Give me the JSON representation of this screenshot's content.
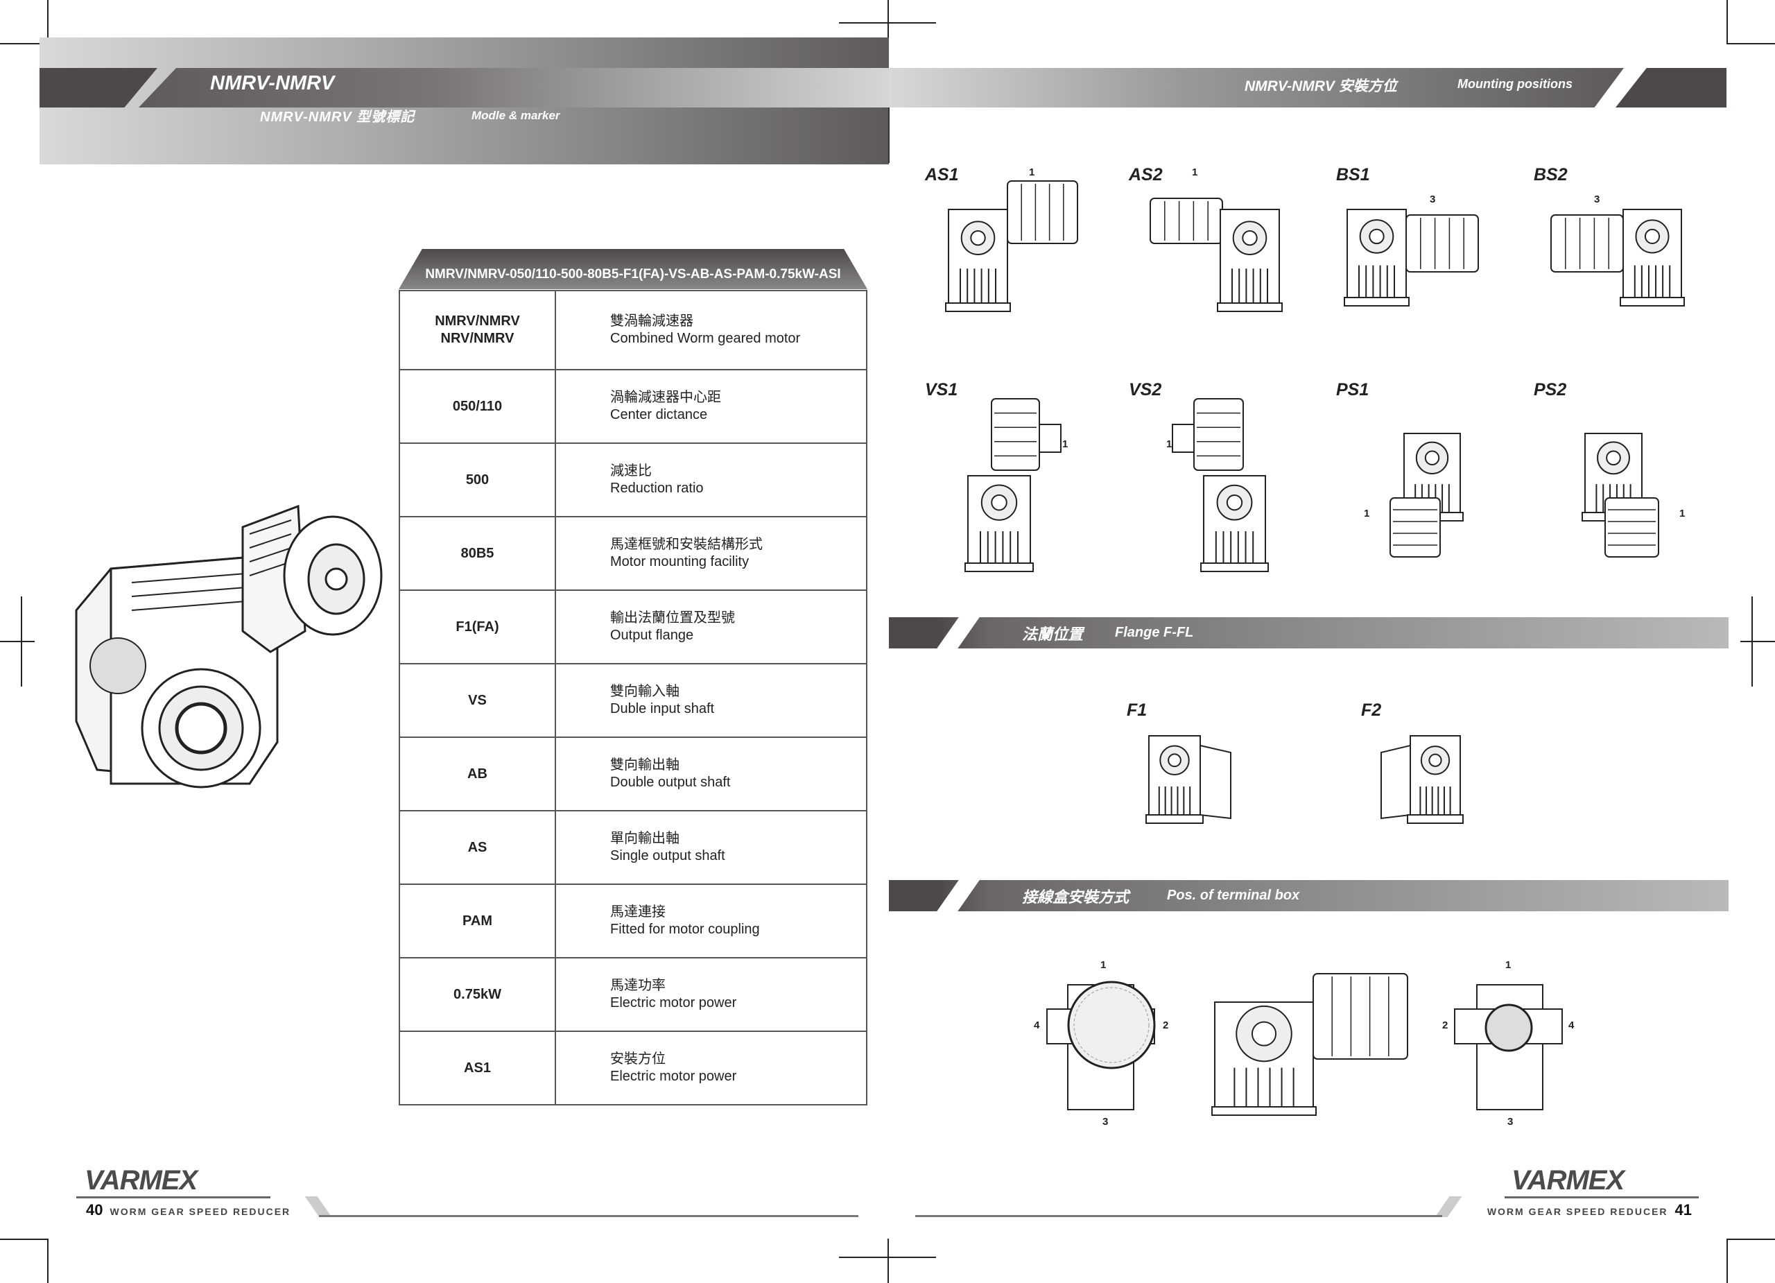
{
  "left_page": {
    "header_title": "NMRV-NMRV",
    "header_subtitle_cn": "NMRV-NMRV 型號標記",
    "header_subtitle_en": "Modle & marker",
    "model_code": "NMRV/NMRV-050/110-500-80B5-F1(FA)-VS-AB-AS-PAM-0.75kW-ASI",
    "rows": [
      {
        "key": "NMRV/NMRV\nNRV/NMRV",
        "cn": "雙渦輪減速器",
        "en": "Combined Worm geared motor"
      },
      {
        "key": "050/110",
        "cn": "渦輪減速器中心距",
        "en": "Center dictance"
      },
      {
        "key": "500",
        "cn": "減速比",
        "en": "Reduction ratio"
      },
      {
        "key": "80B5",
        "cn": "馬達框號和安裝結構形式",
        "en": "Motor mounting facility"
      },
      {
        "key": "F1(FA)",
        "cn": "輸出法蘭位置及型號",
        "en": "Output flange"
      },
      {
        "key": "VS",
        "cn": "雙向輸入軸",
        "en": "Duble input shaft"
      },
      {
        "key": "AB",
        "cn": "雙向輸出軸",
        "en": "Double output shaft"
      },
      {
        "key": "AS",
        "cn": "單向輸出軸",
        "en": "Single output shaft"
      },
      {
        "key": "PAM",
        "cn": "馬達連接",
        "en": "Fitted for motor coupling"
      },
      {
        "key": "0.75kW",
        "cn": "馬達功率",
        "en": "Electric motor power"
      },
      {
        "key": "AS1",
        "cn": "安裝方位",
        "en": "Electric motor power"
      }
    ],
    "footer": {
      "brand": "VARMEX",
      "page": "40",
      "text": "WORM GEAR SPEED REDUCER"
    }
  },
  "right_page": {
    "header_cn": "NMRV-NMRV 安裝方位",
    "header_en": "Mounting positions",
    "positions": [
      {
        "label": "AS1",
        "mark": "1"
      },
      {
        "label": "AS2",
        "mark": "1"
      },
      {
        "label": "BS1",
        "mark": "3"
      },
      {
        "label": "BS2",
        "mark": "3"
      },
      {
        "label": "VS1",
        "mark": "1"
      },
      {
        "label": "VS2",
        "mark": "1"
      },
      {
        "label": "PS1",
        "mark": "1"
      },
      {
        "label": "PS2",
        "mark": "1"
      }
    ],
    "flange_section": {
      "cn": "法蘭位置",
      "en": "Flange F-FL",
      "items": [
        "F1",
        "F2"
      ]
    },
    "terminal_section": {
      "cn": "接線盒安裝方式",
      "en": "Pos. of terminal box",
      "left_marks": {
        "top": "1",
        "right": "2",
        "left": "4",
        "bottom": "3"
      },
      "right_marks": {
        "top": "1",
        "left": "2",
        "right": "4",
        "bottom": "3"
      }
    },
    "footer": {
      "brand": "VARMEX",
      "page": "41",
      "text": "WORM GEAR SPEED REDUCER"
    }
  },
  "colors": {
    "dark_band": "#4d494b",
    "light_band": "#d9d9d9"
  }
}
